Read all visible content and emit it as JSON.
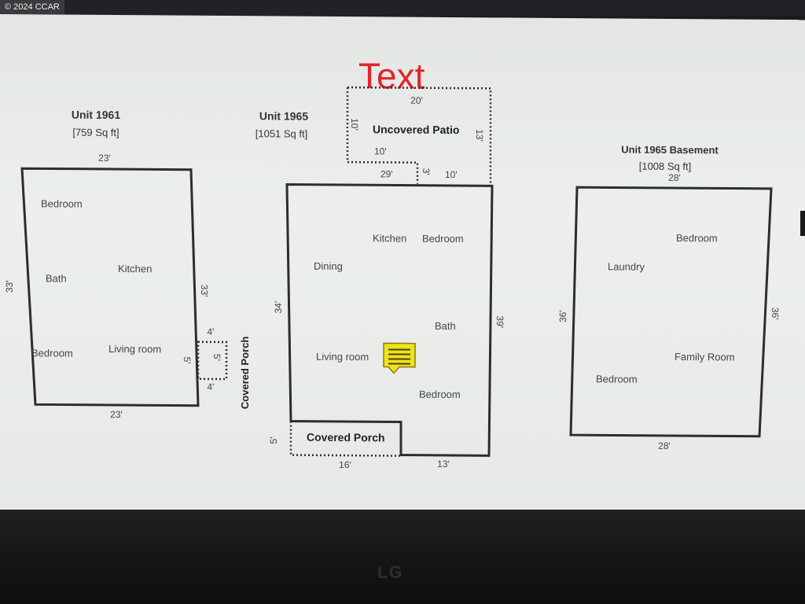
{
  "watermark": "© 2024 CCAR",
  "brand": "LG",
  "overlay_text": "Text",
  "unit_1961": {
    "title": "Unit 1961",
    "area": "[759 Sq ft]",
    "dims": {
      "top": "23'",
      "bottom": "23'",
      "left": "33'",
      "right": "33'"
    },
    "porch_dims": {
      "top": "4'",
      "bottom": "4'",
      "side": "5'",
      "inner": "5'"
    },
    "porch_label": "Covered Porch",
    "rooms": [
      "Bedroom",
      "Bath",
      "Kitchen",
      "Bedroom",
      "Living room"
    ]
  },
  "unit_1965": {
    "title": "Unit 1965",
    "area": "[1051 Sq ft]",
    "patio_label": "Uncovered Patio",
    "patio_dims": {
      "top": "20'",
      "left": "10'",
      "right": "13'",
      "inner_bottom": "10'",
      "seg_a": "29'",
      "seg_b": "3'",
      "seg_c": "10'"
    },
    "dims": {
      "left": "34'",
      "right": "39'",
      "porch_side": "5'",
      "bottom_left": "16'",
      "bottom_right": "13'"
    },
    "porch_label": "Covered Porch",
    "rooms": [
      "Kitchen",
      "Bedroom",
      "Dining",
      "Bath",
      "Living room",
      "Bedroom"
    ]
  },
  "unit_1965_basement": {
    "title": "Unit 1965 Basement",
    "area": "[1008 Sq ft]",
    "dims": {
      "top": "28'",
      "bottom": "28'",
      "left": "36'",
      "right": "36'"
    },
    "rooms": [
      "Bedroom",
      "Laundry",
      "Family Room",
      "Bedroom"
    ]
  },
  "icons": {
    "note": "note-icon",
    "note_color": "#f0e21c"
  },
  "colors": {
    "overlay_text": "#e0252b",
    "wall": "#2d2d2d"
  }
}
